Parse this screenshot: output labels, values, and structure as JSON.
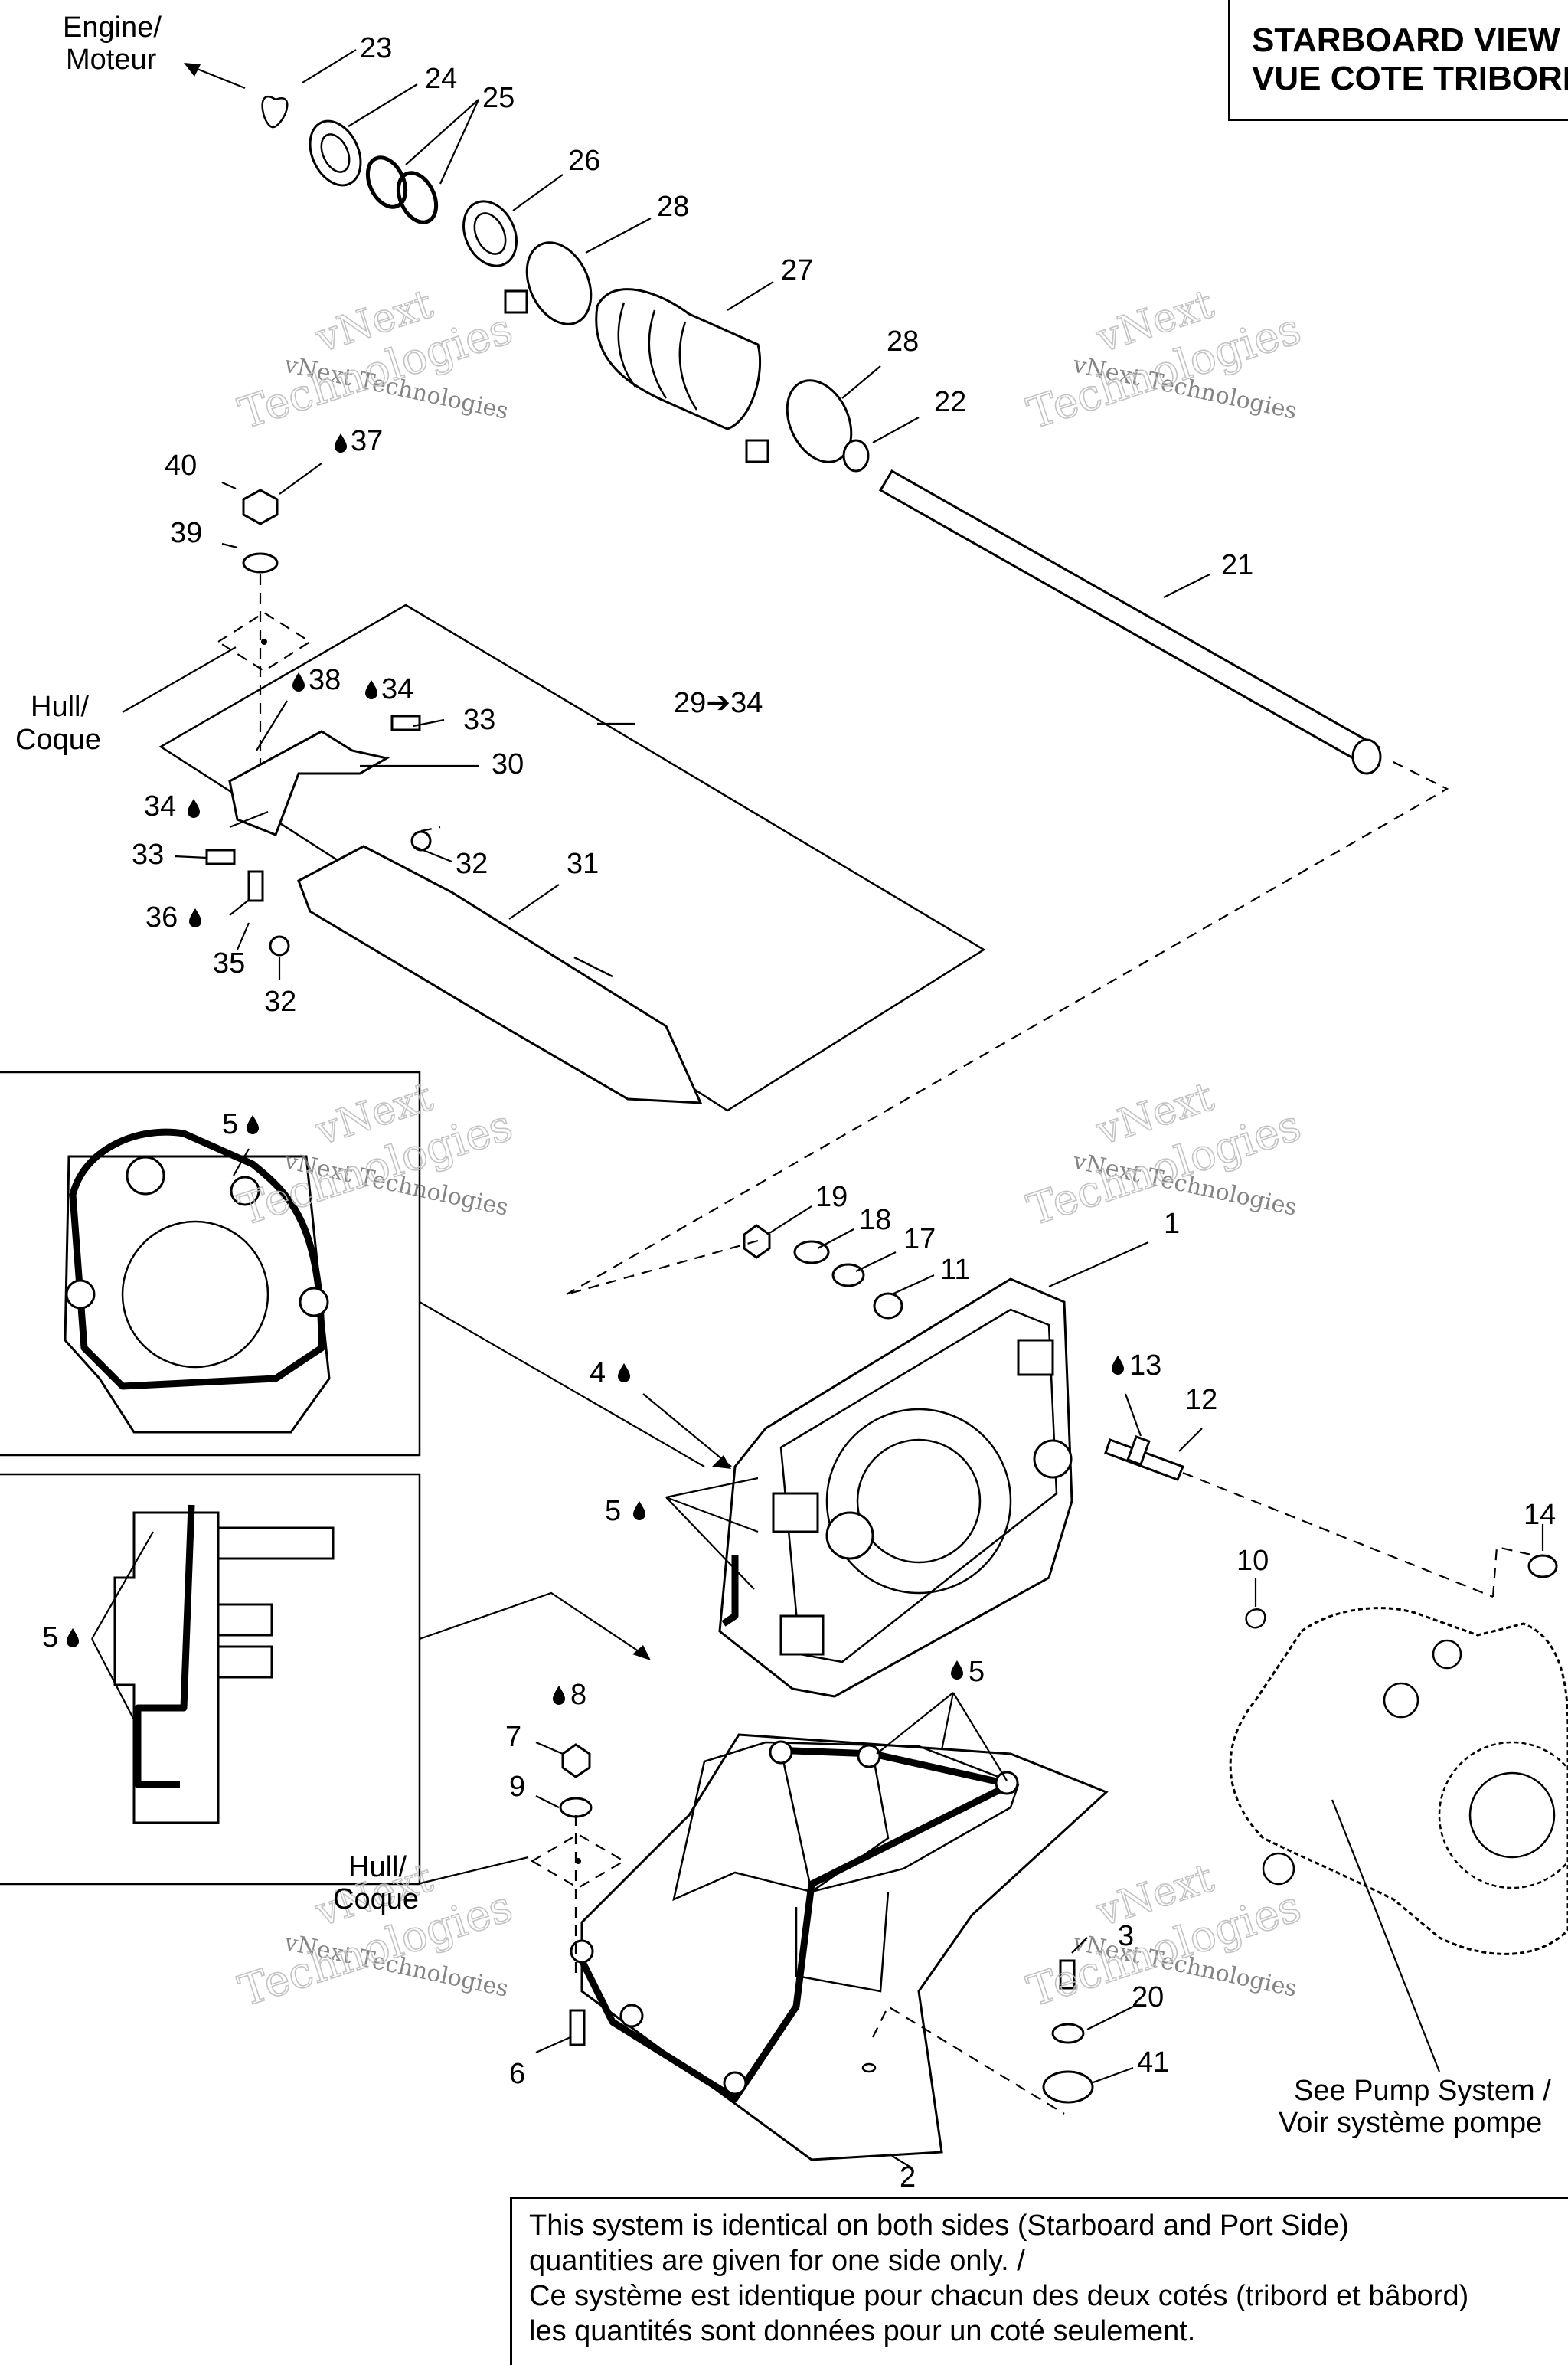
{
  "title": {
    "line1": "STARBOARD VIEW",
    "line2": "VUE COTE TRIBORD"
  },
  "note": {
    "line1": "This system is identical on both sides (Starboard and Port Side)",
    "line2": "quantities are given for one side only. /",
    "line3": "Ce système est identique pour chacun des deux cotés (tribord et bâbord)",
    "line4": "les quantités sont données pour un coté seulement."
  },
  "watermark": {
    "small": "vNext Technologies",
    "large_1": "vNext",
    "large_2": "Technologies"
  },
  "callouts": {
    "engine_1": "Engine/",
    "engine_2": "Moteur",
    "hull_1": "Hull/",
    "hull_2": "Coque",
    "hull_b_1": "Hull/",
    "hull_b_2": "Coque",
    "pump_1": "See Pump System /",
    "pump_2": "Voir système pompe",
    "range_29_34": "29➔34"
  },
  "labels": {
    "p1": "1",
    "p2": "2",
    "p3": "3",
    "p4": "4",
    "p5a": "5",
    "p5b": "5",
    "p5c": "5",
    "p5d": "5",
    "p6": "6",
    "p7": "7",
    "p8": "8",
    "p9": "9",
    "p10": "10",
    "p11": "11",
    "p12": "12",
    "p13": "13",
    "p14": "14",
    "p17": "17",
    "p18": "18",
    "p19": "19",
    "p20": "20",
    "p21": "21",
    "p22": "22",
    "p23": "23",
    "p24": "24",
    "p25": "25",
    "p26": "26",
    "p27": "27",
    "p28a": "28",
    "p28b": "28",
    "p30": "30",
    "p31": "31",
    "p32a": "32",
    "p32b": "32",
    "p33a": "33",
    "p33b": "33",
    "p34a": "34",
    "p34b": "34",
    "p35": "35",
    "p36": "36",
    "p37": "37",
    "p38": "38",
    "p39": "39",
    "p40": "40",
    "p41": "41"
  }
}
